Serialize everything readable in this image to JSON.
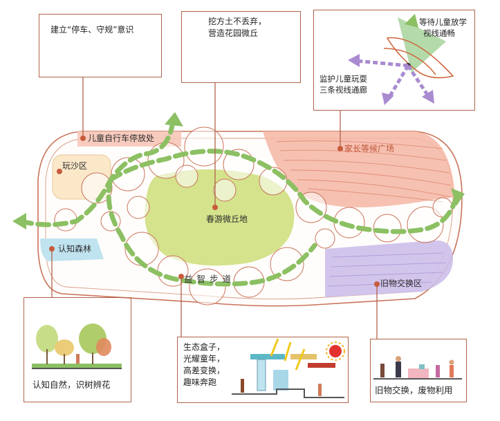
{
  "callouts": {
    "parking": "建立“停车、守规”意识",
    "hill": [
      "挖方土不丢弃，",
      "营造花园微丘"
    ],
    "sightline_top": [
      "等待儿童放学",
      "视线通畅"
    ],
    "sightline_bottom": [
      "监护儿童玩耍",
      "三条视线通廊"
    ],
    "forest": "认知自然，识树辨花",
    "ecobox": [
      "生态盒子，",
      "光耀童年，",
      "高差变换，",
      "趣味奔跑"
    ],
    "exchange": "旧物交换，废物利用"
  },
  "zones": {
    "bike_parking": "儿童自行车停放处",
    "sandpit": "玩沙区",
    "forest": "认知森林",
    "hill": "春游微丘地",
    "parents_plaza": "家长等候广场",
    "exchange": "旧物交换区",
    "path": "益智步道"
  },
  "colors": {
    "outline": "#c9735a",
    "callout_border": "#b0634a",
    "path_dash": "#8cc063",
    "hill_fill": "#d4e38c",
    "plaza_fill": "#f4b6a3",
    "exchange_fill": "#cdbfea",
    "forest_fill": "#bfe3ef",
    "sand_fill": "#fbe8c9",
    "sightline_arrow": "#a98bd0"
  }
}
